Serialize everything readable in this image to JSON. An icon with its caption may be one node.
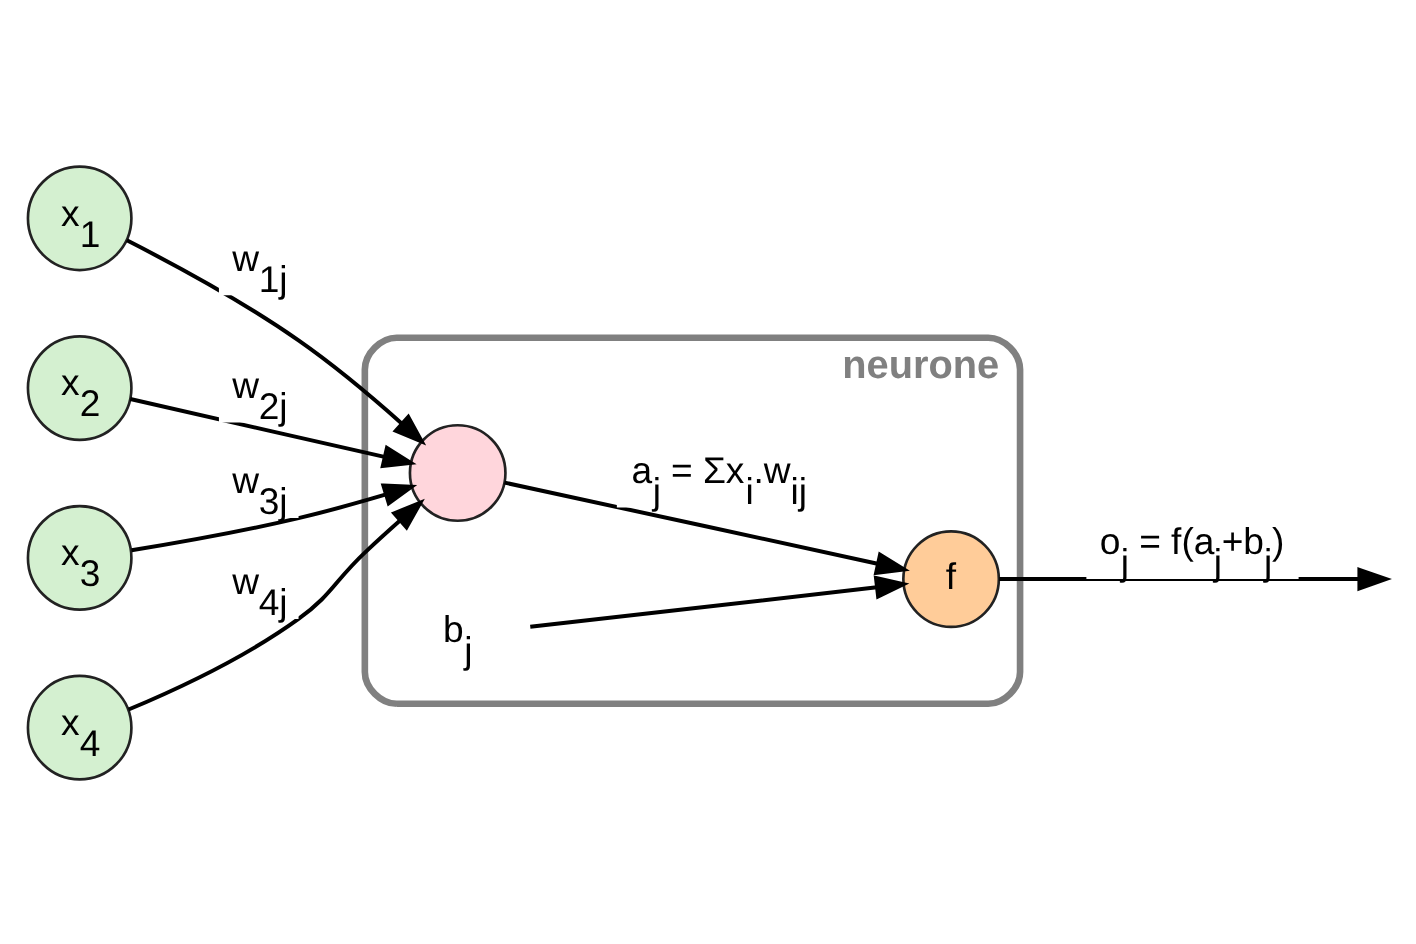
{
  "diagram": {
    "nodes": [
      {
        "text": [
          "neurone"
        ]
      },
      {
        "text": [
          "x$_{1}$"
        ]
      },
      {
        "text": [
          "x$_{2}$"
        ]
      },
      {
        "text": [
          "x$_{3}$"
        ]
      },
      {
        "text": [
          "x$_{4}$"
        ]
      },
      {
        "text": [],
        "shape": "circle",
        "in": 0
      },
      {
        "text": [
          "f"
        ],
        "in": 0
      },
      {
        "text": [
          "b$_{j}$"
        ],
        "in": 0
      }
    ],
    "edges": [
      {
        "from": 1,
        "to": 5,
        "arrow": "to",
        "label": "w$_{1j}$"
      },
      {
        "from": 2,
        "to": 5,
        "arrow": "to",
        "label": "w$_{2j}$"
      },
      {
        "from": 3,
        "to": 5,
        "arrow": "to",
        "label": "w$_{3j}$"
      },
      {
        "from": 4,
        "to": 5,
        "arrow": "to",
        "label": "w$_{4j}$"
      },
      {
        "from": 5,
        "to": 6,
        "arrow": "to",
        "label": "a$_{j}$ = Σx$_{i}$.w$_{ij}$"
      },
      {
        "from": 6,
        "to": null,
        "arrow": "to",
        "label": "o$_{j}$ = f(a$_{j}$+b$_{j}$)"
      },
      {
        "from": 7,
        "to": 6,
        "arrow": "to"
      }
    ]
  }
}
